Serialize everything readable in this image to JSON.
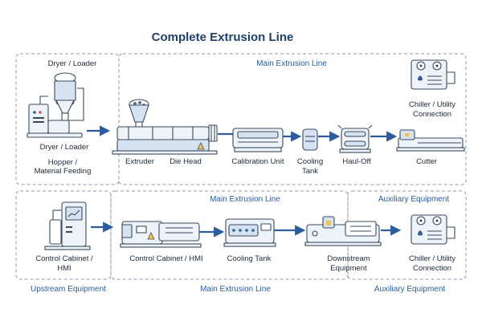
{
  "title": "Complete Extrusion Line",
  "top": {
    "upstream_title": "Dryer / Loader",
    "main_title": "Main Extrusion Line",
    "dryer_label": "Dryer / Loader",
    "hopper_label_1": "Hopper /",
    "hopper_label_2": "Material Feeding",
    "extruder_label": "Extruder",
    "die_head_label": "Die Head",
    "calibration_label": "Calibration Unit",
    "cooling_tank_label_1": "Cooling",
    "cooling_tank_label_2": "Tank",
    "haul_off_label": "Haul-Off",
    "cutter_label": "Cutter",
    "chiller_label_1": "Chiller / Utility",
    "chiller_label_2": "Connection"
  },
  "bottom": {
    "main_title": "Main Extrusion Line",
    "auxiliary_title": "Auxiliary Equipment",
    "control_cabinet_label_1": "Control Cabinet /",
    "control_cabinet_label_2": "HMI",
    "control_cabinet_hmi_label": "Control Cabinet / HMI",
    "cooling_tank_label": "Cooling Tank",
    "downstream_label_1": "Downstream",
    "downstream_label_2": "Equipment",
    "chiller_label_1": "Chiller / Utility",
    "chiller_label_2": "Connection"
  },
  "footer": {
    "upstream": "Upstream Equipment",
    "main": "Main Extrusion Line",
    "auxiliary": "Auxiliary Equipment"
  },
  "colors": {
    "accent": "#2b5c9e",
    "title": "#1f3f6e",
    "line": "#3a4a5e",
    "fill_light": "#eef3f9",
    "fill_blue": "#d5e2f2"
  }
}
